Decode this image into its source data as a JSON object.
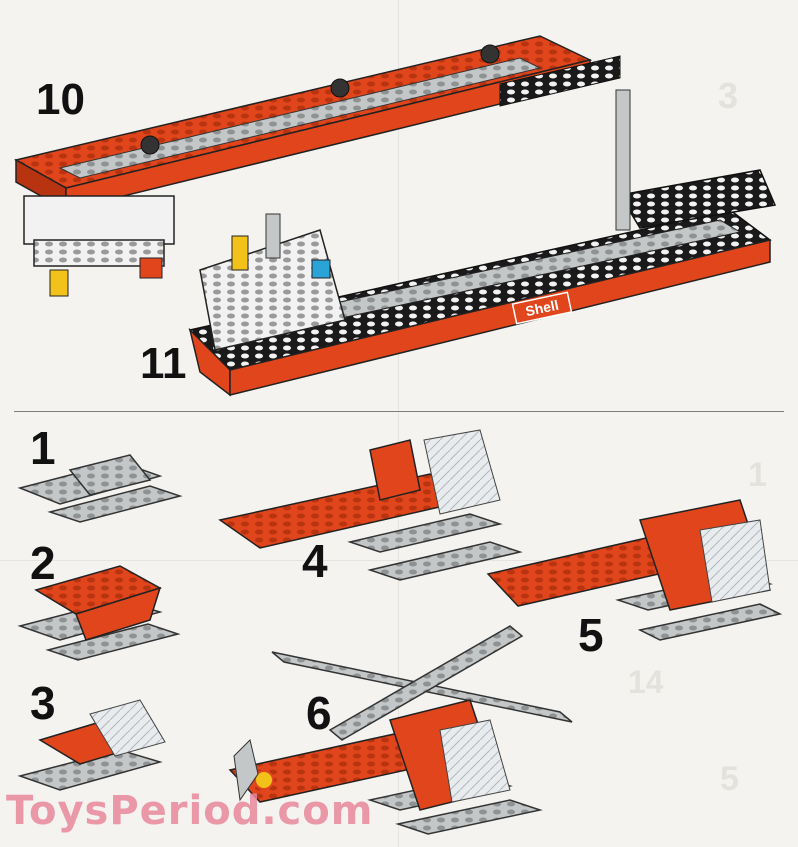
{
  "steps": {
    "s10": "10",
    "s11": "11",
    "s1": "1",
    "s2": "2",
    "s3": "3",
    "s4": "4",
    "s5": "5",
    "s6": "6"
  },
  "ghost_numbers": {
    "g3": "3",
    "g1": "1",
    "g14": "14",
    "g5": "5"
  },
  "ship_logo_text": "Shell",
  "watermark": "ToysPeriod.com",
  "colors": {
    "brick_red": "#e0451c",
    "brick_dark": "#b8330f",
    "brick_gray": "#b9bcbd",
    "brick_black": "#1a1a1a",
    "brick_white": "#f2f2f2",
    "brick_yellow": "#f2c21b",
    "brick_blue": "#2aa3d6"
  }
}
